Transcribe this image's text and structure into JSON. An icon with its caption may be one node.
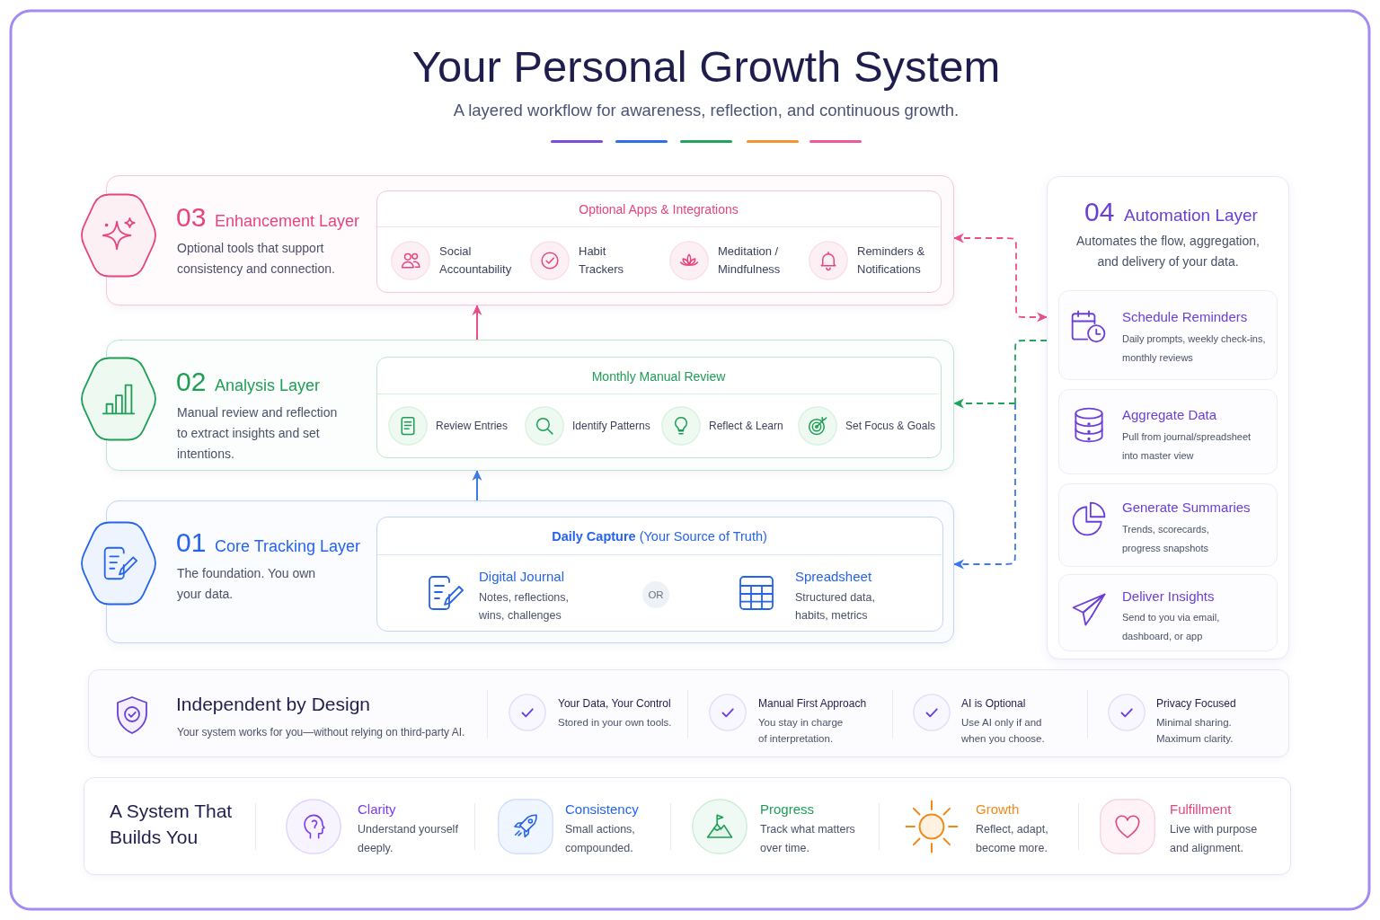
{
  "diagram": {
    "title": "Your Personal Growth System",
    "nodes": [
      {
        "text": [
          "03",
          "Enhancement Layer",
          "Optional tools that support consistency and connection."
        ]
      },
      {
        "text": [
          "Optional Apps & Integrations",
          "Social Accountability",
          "Habit Trackers",
          "Meditation / Mindfulness",
          "Reminders & Notifications"
        ],
        "in": 0
      },
      {
        "text": [
          "02",
          "Analysis Layer",
          "Manual review and reflection to extract insights and set intentions."
        ]
      },
      {
        "text": [
          "Monthly Manual Review",
          "Review Entries",
          "Identify Patterns",
          "Reflect & Learn",
          "Set Focus & Goals"
        ],
        "in": 2
      },
      {
        "text": [
          "01",
          "Core Tracking Layer",
          "The foundation. You own your data."
        ]
      },
      {
        "text": [
          "**Daily Capture** (Your Source of Truth)",
          "Digital Journal",
          "Notes, reflections, wins, challenges",
          "Spreadsheet",
          "Structured data, habits, metrics"
        ],
        "in": 4
      },
      {
        "text": [
          "OR"
        ],
        "in": 5
      },
      {
        "text": [
          "04",
          "Automation Layer",
          "Automates the flow, aggregation, and delivery of your data."
        ]
      },
      {
        "text": [
          "Schedule Reminders",
          "Daily prompts, weekly check-ins, monthly reviews"
        ],
        "in": 7
      },
      {
        "text": [
          "Aggregate Data",
          "Pull from journal/spreadsheet into master view"
        ],
        "in": 7
      },
      {
        "text": [
          "Generate Summaries",
          "Trends, scorecards, progress snapshots"
        ],
        "in": 7
      },
      {
        "text": [
          "Deliver Insights",
          "Send to you via email, dashboard, or app"
        ],
        "in": 7
      },
      {
        "text": [
          "Independent by Design",
          "Your system works for you—without relying on third-party AI.",
          "Your Data, Your Control",
          "Stored in your own tools.",
          "Manual First Approach",
          "You stay in charge of interpretation.",
          "AI is Optional",
          "Use AI only if and when you choose.",
          "Privacy Focused",
          "Minimal sharing. Maximum clarity."
        ]
      },
      {
        "text": [
          "A System That Builds You",
          "Clarity",
          "Understand yourself deeply.",
          "Consistency",
          "Small actions, compounded.",
          "Progress",
          "Track what matters over time.",
          "Growth",
          "Reflect, adapt, become more.",
          "Fulfillment",
          "Live with purpose and alignment."
        ]
      }
    ],
    "edges": [
      {
        "from": 4,
        "to": 2,
        "arrow": "to",
        "color": "#3b7ae8"
      },
      {
        "from": 2,
        "to": 0,
        "arrow": "to",
        "color": "#e9508c"
      },
      {
        "from": 7,
        "to": 0,
        "arrow": "both",
        "style": "dashed",
        "color": "#e9508c"
      },
      {
        "from": 7,
        "to": 2,
        "arrow": "to",
        "style": "dashed",
        "color": "#22a55a"
      },
      {
        "from": 7,
        "to": 4,
        "arrow": "to",
        "style": "dashed",
        "color": "#3b7ae8"
      }
    ],
    "labels": [
      "A layered workflow for awareness, reflection, and continuous growth."
    ]
  }
}
